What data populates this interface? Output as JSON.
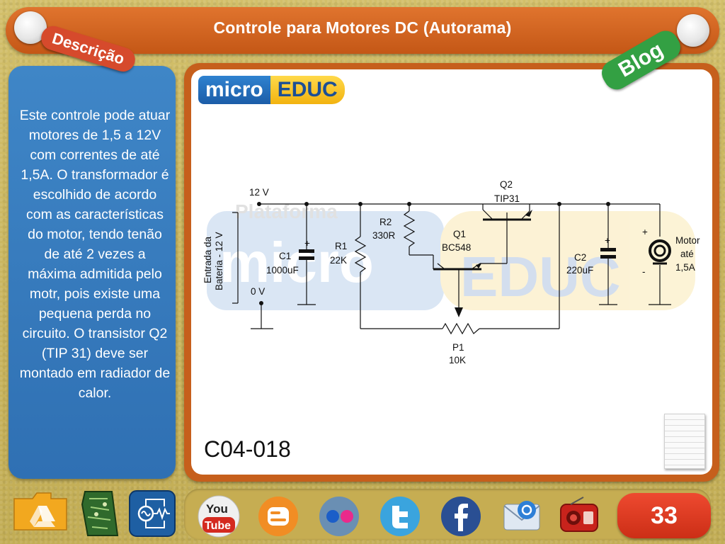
{
  "header": {
    "title": "Controle para Motores DC (Autorama)"
  },
  "tags": {
    "description": "Descrição",
    "blog": "Blog"
  },
  "sidebar": {
    "description": "Este controle pode atuar motores de 1,5 a 12V com correntes de até 1,5A. O transformador é escolhido de acordo com as características do motor, tendo tenão de até 2 vezes a máxima admitida pelo motr, pois existe uma pequena perda no circuito. O transistor Q2 (TIP 31) deve ser montado em radiador de calor."
  },
  "logo": {
    "part1": "micro",
    "part2": "EDUC"
  },
  "watermark": {
    "line1": "Plataforma",
    "part1": "micro",
    "part2": "EDUC"
  },
  "schematic": {
    "v12": "12 V",
    "v0": "0 V",
    "input_label_1": "Entrada da",
    "input_label_2": "Bateria - 12 V",
    "c1_name": "C1",
    "c1_value": "1000uF",
    "r1_name": "R1",
    "r1_value": "22K",
    "r2_name": "R2",
    "r2_value": "330R",
    "q1_name": "Q1",
    "q1_value": "BC548",
    "q2_name": "Q2",
    "q2_value": "TIP31",
    "p1_name": "P1",
    "p1_value": "10K",
    "c2_name": "C2",
    "c2_value": "220uF",
    "motor_l1": "Motor",
    "motor_l2": "até",
    "motor_l3": "1,5A",
    "plus": "+",
    "minus": "-"
  },
  "circuit_code": "C04-018",
  "bottom_icons": [
    "drive-icon",
    "circuit-board-icon",
    "circuit-app-icon",
    "youtube-icon",
    "blogger-icon",
    "flickr-icon",
    "twitter-icon",
    "facebook-icon",
    "email-icon",
    "radio-icon"
  ],
  "bottom_labels": {
    "youtube_top": "You",
    "youtube_bottom": "Tube"
  },
  "page_number": "33"
}
